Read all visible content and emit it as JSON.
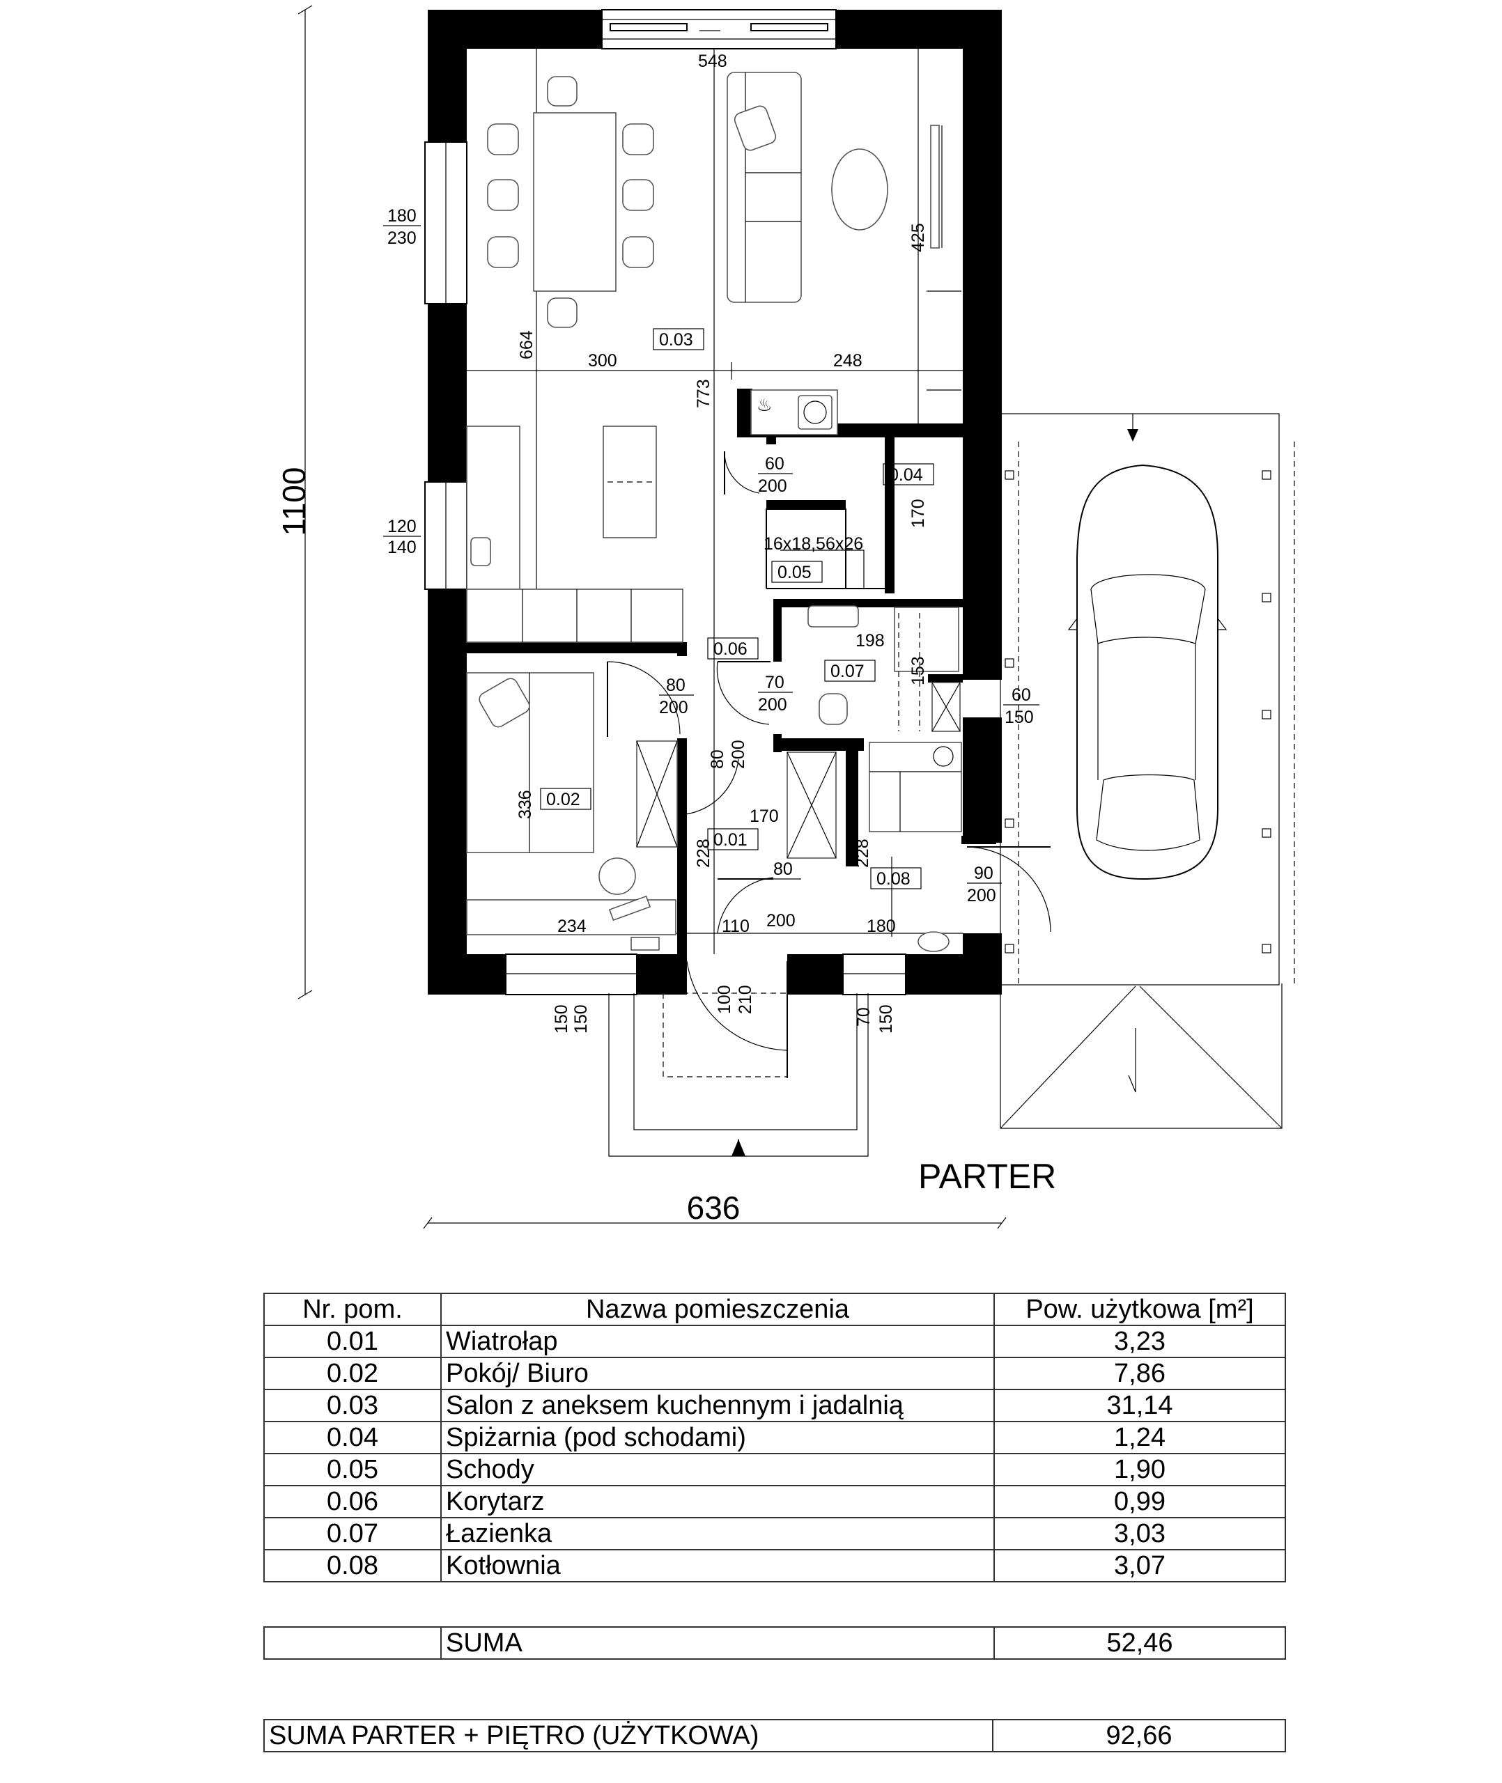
{
  "plan": {
    "title": "PARTER",
    "total_height_dim": "1100",
    "total_width_dim": "636",
    "top_window_dim": "548",
    "room_numbers": [
      "0.01",
      "0.02",
      "0.03",
      "0.04",
      "0.05",
      "0.06",
      "0.07",
      "0.08"
    ],
    "stairs_label": "16x18,56x26",
    "dims": {
      "d664": "664",
      "d300": "300",
      "d248": "248",
      "d425": "425",
      "d773": "773",
      "d170a": "170",
      "d198": "198",
      "d153": "153",
      "d336": "336",
      "d170b": "170",
      "d228a": "228",
      "d228b": "228",
      "d234": "234",
      "d110": "110",
      "d180": "180"
    },
    "openings": {
      "w_left_top_a": "180",
      "w_left_top_b": "230",
      "w_left_mid_a": "120",
      "w_left_mid_b": "140",
      "d_spiz_a": "60",
      "d_spiz_b": "200",
      "d_pokoj_a": "80",
      "d_pokoj_b": "200",
      "d_lazienka_a": "70",
      "d_lazienka_b": "200",
      "d_wiat_side_a": "80",
      "d_wiat_side_b": "200",
      "d_kot_a": "80",
      "d_kot_b": "200",
      "w_kot_side_a": "60",
      "w_kot_side_b": "150",
      "d_garage_a": "90",
      "d_garage_b": "200",
      "entry_a": "100",
      "entry_b": "210",
      "w_bottom_left_a": "150",
      "w_bottom_left_b": "150",
      "w_bottom_right_a": "70",
      "w_bottom_right_b": "150"
    }
  },
  "room_table": {
    "headers": [
      "Nr. pom.",
      "Nazwa pomieszczenia",
      "Pow. użytkowa [m²]"
    ],
    "rows": [
      {
        "nr": "0.01",
        "name": "Wiatrołap",
        "area": "3,23"
      },
      {
        "nr": "0.02",
        "name": "Pokój/ Biuro",
        "area": "7,86"
      },
      {
        "nr": "0.03",
        "name": "Salon z aneksem kuchennym i jadalnią",
        "area": "31,14"
      },
      {
        "nr": "0.04",
        "name": "Spiżarnia (pod schodami)",
        "area": "1,24"
      },
      {
        "nr": "0.05",
        "name": "Schody",
        "area": "1,90"
      },
      {
        "nr": "0.06",
        "name": "Korytarz",
        "area": "0,99"
      },
      {
        "nr": "0.07",
        "name": "Łazienka",
        "area": "3,03"
      },
      {
        "nr": "0.08",
        "name": "Kotłownia",
        "area": "3,07"
      }
    ]
  },
  "sum": {
    "label": "SUMA",
    "value": "52,46"
  },
  "total": {
    "label": "SUMA PARTER + PIĘTRO (UŻYTKOWA)",
    "value": "92,66"
  }
}
